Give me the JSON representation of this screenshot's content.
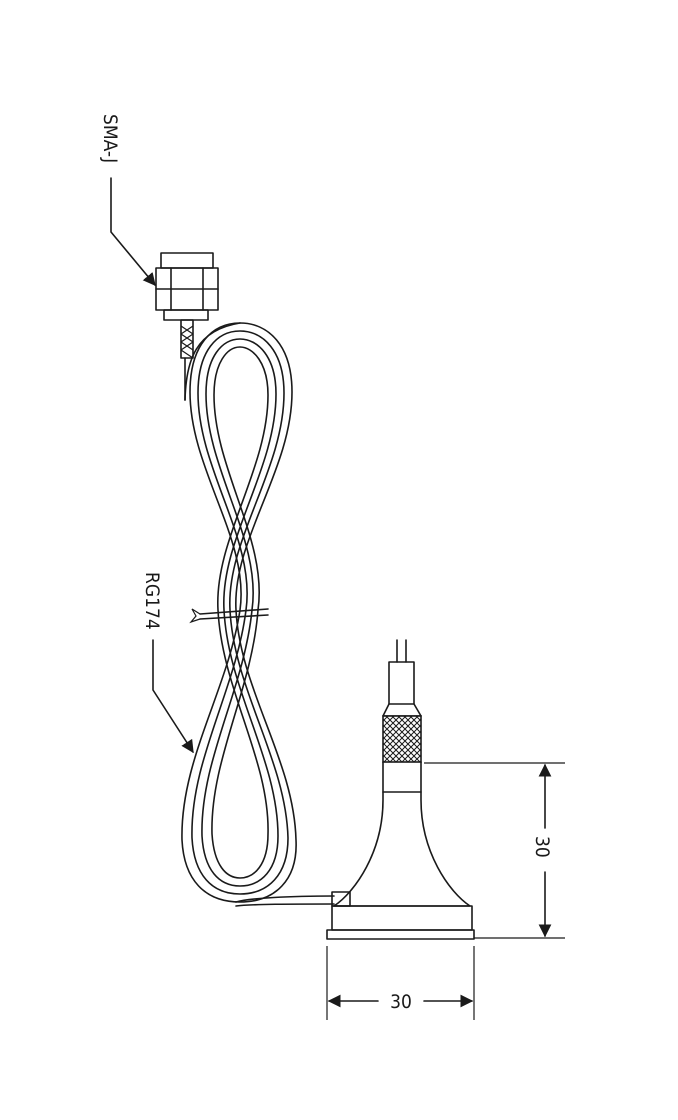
{
  "labels": {
    "connector": "SMA-J",
    "cable": "RG174",
    "base_height": "30",
    "base_width": "30"
  }
}
